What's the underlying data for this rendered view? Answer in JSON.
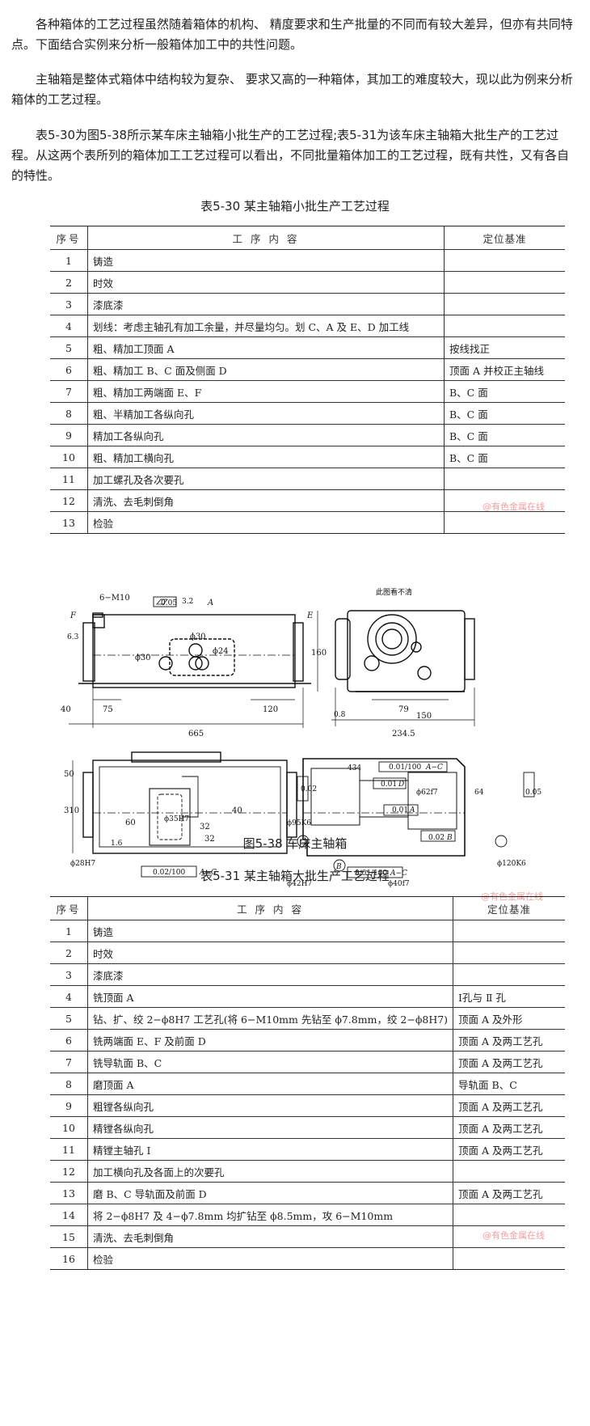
{
  "paragraphs": [
    "各种箱体的工艺过程虽然随着箱体的机构、 精度要求和生产批量的不同而有较大差异，但亦有共同特点。下面结合实例来分析一般箱体加工中的共性问题。",
    "主轴箱是整体式箱体中结构较为复杂、 要求又高的一种箱体，其加工的难度较大，现以此为例来分析箱体的工艺过程。",
    "表5-30为图5-38所示某车床主轴箱小批生产的工艺过程;表5-31为该车床主轴箱大批生产的工艺过程。从这两个表所列的箱体加工工艺过程可以看出，不同批量箱体加工的工艺过程，既有共性，又有各自的特性。"
  ],
  "table1": {
    "caption": "表5-30 某主轴箱小批生产工艺过程",
    "headers": [
      "序号",
      "工 序 内 容",
      "定位基准"
    ],
    "rows": [
      [
        "1",
        "铸造",
        ""
      ],
      [
        "2",
        "时效",
        ""
      ],
      [
        "3",
        "漆底漆",
        ""
      ],
      [
        "4",
        "划线：考虑主轴孔有加工余量，并尽量均匀。划 C、A 及 E、D 加工线",
        ""
      ],
      [
        "5",
        "粗、精加工顶面 A",
        "按线找正"
      ],
      [
        "6",
        "粗、精加工 B、C 面及侧面 D",
        "顶面 A 并校正主轴线"
      ],
      [
        "7",
        "粗、精加工两端面 E、F",
        "B、C 面"
      ],
      [
        "8",
        "粗、半精加工各纵向孔",
        "B、C 面"
      ],
      [
        "9",
        "精加工各纵向孔",
        "B、C 面"
      ],
      [
        "10",
        "粗、精加工横向孔",
        "B、C 面"
      ],
      [
        "11",
        "加工螺孔及各次要孔",
        ""
      ],
      [
        "12",
        "清洗、去毛刺倒角",
        ""
      ],
      [
        "13",
        "检验",
        ""
      ]
    ],
    "watermark": "@有色金属在线"
  },
  "figure": {
    "caption": "图5-38 车床主轴箱",
    "labels": {
      "m10": "6−M10",
      "flat": "0.05",
      "r32": "3.2",
      "faceA": "A",
      "faceF": "F",
      "faceE": "E",
      "r63": "6.3",
      "d30a": "ϕ30",
      "d30b": "ϕ30",
      "d24": "ϕ24",
      "dim40": "40",
      "dim75": "75",
      "dim120": "120",
      "dim665": "665",
      "note": "此图看不清",
      "dim160": "160",
      "dim79": "79",
      "dim150": "150",
      "dim2345": "234.5",
      "r08": "0.8",
      "dim50": "50",
      "dim310": "310",
      "dim60": "60",
      "dim32a": "32",
      "dim32b": "32",
      "dim40b": "40",
      "d35h7": "ϕ35H7",
      "r16": "1.6",
      "d28h7": "ϕ28H7",
      "tolL": "0.02/100",
      "tolAC": "A−C",
      "tolTop": "0.01/100",
      "d001": "0.01",
      "datD": "D",
      "d002": "0.02",
      "datA": "A",
      "d95k6": "ϕ95K6",
      "d42h7": "ϕ42H7",
      "d40f7": "ϕ40f7",
      "d62f7": "ϕ62f7",
      "d64": "64",
      "d120k6": "ϕ120K6",
      "datB": "B",
      "datC": "C",
      "tol005": "0.05",
      "dim434": "434"
    },
    "watermark": "@有色金属在线"
  },
  "table2": {
    "caption": "表5-31 某主轴箱大批生产工艺过程",
    "headers": [
      "序号",
      "工 序 内 容",
      "定位基准"
    ],
    "rows": [
      [
        "1",
        "铸造",
        ""
      ],
      [
        "2",
        "时效",
        ""
      ],
      [
        "3",
        "漆底漆",
        ""
      ],
      [
        "4",
        "铣顶面 A",
        "Ⅰ孔与 Ⅱ 孔"
      ],
      [
        "5",
        "钻、扩、绞 2−ϕ8H7 工艺孔(将 6−M10mm 先钻至 ϕ7.8mm，绞 2−ϕ8H7)",
        "顶面 A 及外形"
      ],
      [
        "6",
        "铣两端面 E、F 及前面 D",
        "顶面 A 及两工艺孔"
      ],
      [
        "7",
        "铣导轨面 B、C",
        "顶面 A 及两工艺孔"
      ],
      [
        "8",
        "磨顶面 A",
        "导轨面 B、C"
      ],
      [
        "9",
        "粗镗各纵向孔",
        "顶面 A 及两工艺孔"
      ],
      [
        "10",
        "精镗各纵向孔",
        "顶面 A 及两工艺孔"
      ],
      [
        "11",
        "精镗主轴孔 Ⅰ",
        "顶面 A 及两工艺孔"
      ],
      [
        "12",
        "加工横向孔及各面上的次要孔",
        ""
      ],
      [
        "13",
        "磨 B、C 导轨面及前面 D",
        "顶面 A 及两工艺孔"
      ],
      [
        "14",
        "将 2−ϕ8H7 及 4−ϕ7.8mm 均扩钻至 ϕ8.5mm，攻 6−M10mm",
        ""
      ],
      [
        "15",
        "清洗、去毛刺倒角",
        ""
      ],
      [
        "16",
        "检验",
        ""
      ]
    ],
    "watermark": "@有色金属在线"
  }
}
